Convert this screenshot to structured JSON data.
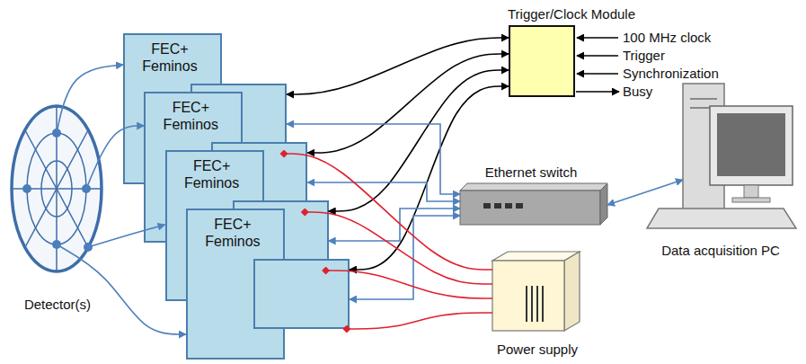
{
  "diagram": {
    "nodes": [
      {
        "text": [
          "Detector(s)"
        ]
      },
      {
        "text": [
          "FEC+ Feminos"
        ]
      },
      {
        "text": [
          "FEC+ Feminos"
        ]
      },
      {
        "text": [
          "FEC+ Feminos"
        ]
      },
      {
        "text": [
          "FEC+ Feminos"
        ]
      },
      {
        "text": [
          "Trigger/Clock Module"
        ]
      },
      {
        "text": [
          "Ethernet switch"
        ]
      },
      {
        "text": [
          "Data acquisition PC"
        ]
      },
      {
        "text": [
          "Power supply"
        ]
      }
    ],
    "edges": [
      {
        "from": 0,
        "to": 1,
        "arrow": "to"
      },
      {
        "from": 0,
        "to": 2,
        "arrow": "to"
      },
      {
        "from": 0,
        "to": 3,
        "arrow": "to"
      },
      {
        "from": 0,
        "to": 4,
        "arrow": "to"
      },
      {
        "from": 1,
        "to": 5,
        "arrow": "both"
      },
      {
        "from": 2,
        "to": 5,
        "arrow": "both"
      },
      {
        "from": 3,
        "to": 5,
        "arrow": "both"
      },
      {
        "from": 4,
        "to": 5,
        "arrow": "both"
      },
      {
        "from": 1,
        "to": 6,
        "arrow": "both"
      },
      {
        "from": 2,
        "to": 6,
        "arrow": "both"
      },
      {
        "from": 3,
        "to": 6,
        "arrow": "both"
      },
      {
        "from": 4,
        "to": 6,
        "arrow": "both"
      },
      {
        "from": 6,
        "to": 7,
        "arrow": "both"
      },
      {
        "from": 8,
        "to": 1,
        "arrow": "none"
      },
      {
        "from": 8,
        "to": 2,
        "arrow": "none"
      },
      {
        "from": 8,
        "to": 3,
        "arrow": "none"
      },
      {
        "from": 8,
        "to": 4,
        "arrow": "none"
      }
    ],
    "labels": [
      "100 MHz clock",
      "Trigger",
      "Synchronization",
      "Busy"
    ]
  }
}
